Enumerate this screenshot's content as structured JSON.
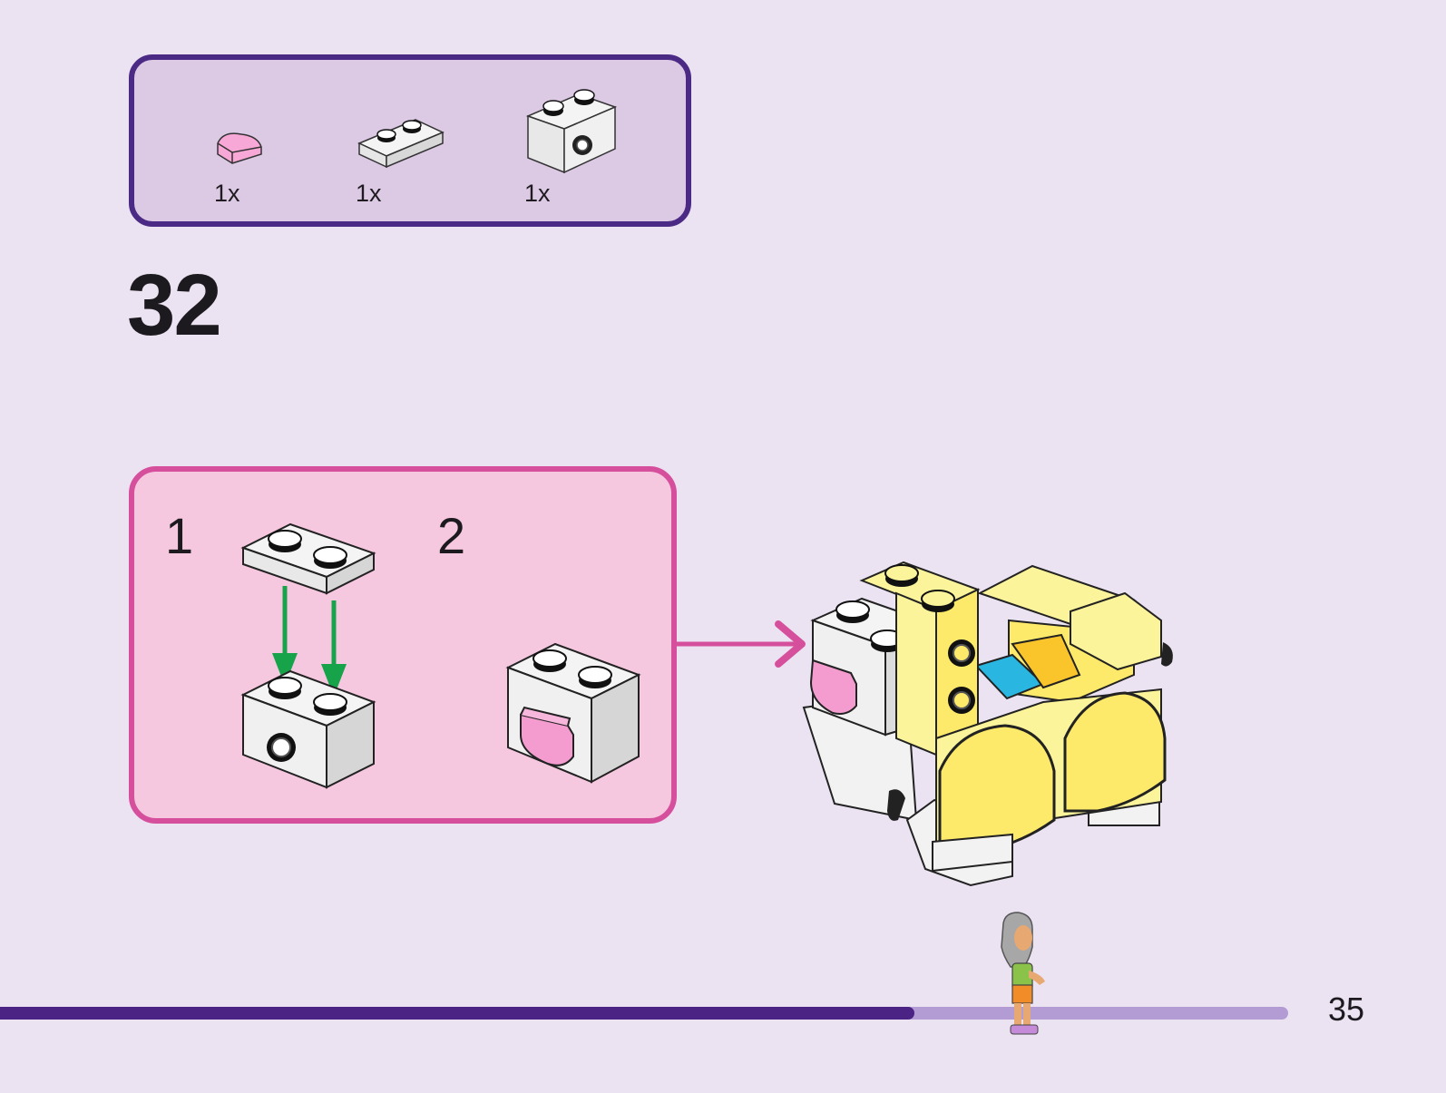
{
  "parts": [
    {
      "name": "pink-tile-round-quarter",
      "qty": "1x"
    },
    {
      "name": "white-plate-1x2",
      "qty": "1x"
    },
    {
      "name": "white-brick-1x2-with-hole",
      "qty": "1x"
    }
  ],
  "step": {
    "number": "32"
  },
  "substeps": [
    {
      "label": "1"
    },
    {
      "label": "2"
    }
  ],
  "page": {
    "number": "35",
    "progress": 0.71
  },
  "colors": {
    "parts_border": "#4b2a85",
    "parts_bg": "#dcc9e4",
    "substep_border": "#d64f9c",
    "substep_bg": "#f6c8df",
    "arrow_green": "#16a34a",
    "arrow_pink": "#d64f9c",
    "progress_fill": "#4a2384",
    "progress_track": "#b39bd3"
  }
}
